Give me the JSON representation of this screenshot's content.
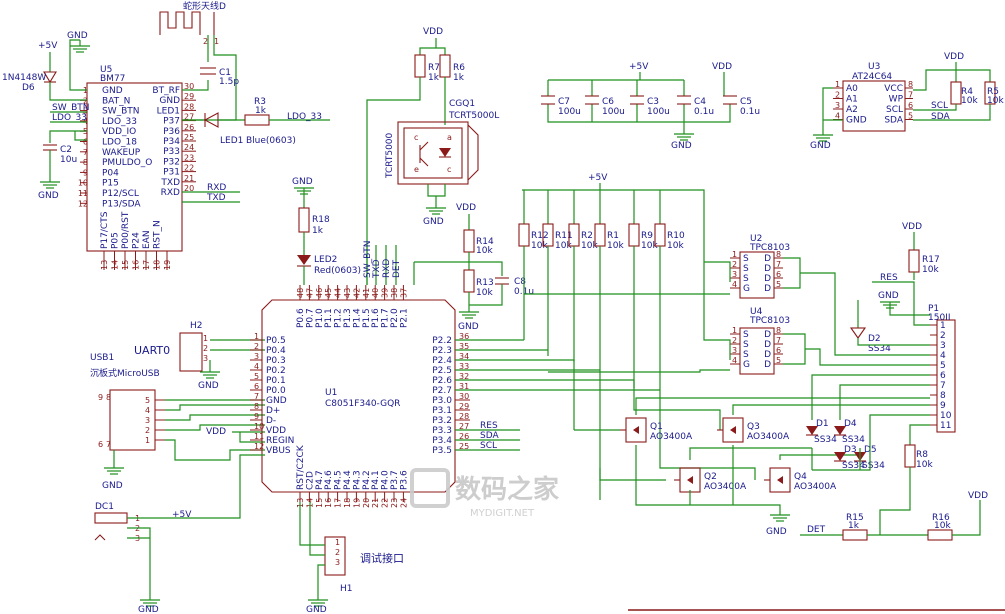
{
  "power_labels": {
    "gnd": "GND",
    "vdd": "VDD",
    "p5v": "+5V"
  },
  "antenna": {
    "name": "蛇形天线D",
    "pin1": "1",
    "pin2": "2"
  },
  "u5": {
    "ref": "U5",
    "part": "BM77",
    "left_pins": [
      {
        "num": "1",
        "name": "GND"
      },
      {
        "num": "2",
        "name": "BAT_N"
      },
      {
        "num": "3",
        "name": "SW_BTN"
      },
      {
        "num": "4",
        "name": "LDO_33"
      },
      {
        "num": "5",
        "name": "VDD_IO"
      },
      {
        "num": "6",
        "name": "LDO_18"
      },
      {
        "num": "7",
        "name": "WAKEUP"
      },
      {
        "num": "8",
        "name": "PMULDO_O"
      },
      {
        "num": "9",
        "name": "P04"
      },
      {
        "num": "10",
        "name": "P15"
      },
      {
        "num": "11",
        "name": "P12/SCL"
      },
      {
        "num": "12",
        "name": "P13/SDA"
      }
    ],
    "right_pins": [
      {
        "num": "30",
        "name": "BT_RF"
      },
      {
        "num": "29",
        "name": "GND"
      },
      {
        "num": "28",
        "name": "LED1"
      },
      {
        "num": "27",
        "name": "P37"
      },
      {
        "num": "26",
        "name": "P36"
      },
      {
        "num": "25",
        "name": "P34"
      },
      {
        "num": "24",
        "name": "P33"
      },
      {
        "num": "23",
        "name": "P32"
      },
      {
        "num": "22",
        "name": "P31"
      },
      {
        "num": "21",
        "name": "TXD"
      },
      {
        "num": "20",
        "name": "RXD"
      }
    ],
    "bottom_pins": [
      {
        "num": "13",
        "name": "P17/CTS"
      },
      {
        "num": "14",
        "name": "P05"
      },
      {
        "num": "15",
        "name": "P00/RST"
      },
      {
        "num": "16",
        "name": "P24"
      },
      {
        "num": "17",
        "name": "EAN"
      },
      {
        "num": "18",
        "name": "RST_N"
      },
      {
        "num": "19",
        "name": ""
      }
    ],
    "net_sw_btn": "SW_BTN",
    "net_ldo33": "LDO_33",
    "net_rxd": "RXD",
    "net_txd": "TXD"
  },
  "d6": {
    "ref": "D6",
    "part": "1N4148W"
  },
  "c1": {
    "ref": "C1",
    "value": "1.5p"
  },
  "c2": {
    "ref": "C2",
    "value": "10u"
  },
  "r3": {
    "ref": "R3",
    "value": "1k"
  },
  "led1": {
    "ref": "LED1",
    "value": "Blue(0603)"
  },
  "net_ldo33_right": "LDO_33",
  "cgq1": {
    "ref": "CGQ1",
    "part": "TCRT5000L",
    "side": "TCRT5000",
    "pins": [
      "c",
      "a",
      "e",
      "c"
    ]
  },
  "r6": {
    "ref": "R6",
    "value": "1k"
  },
  "r7": {
    "ref": "R7",
    "value": "1k"
  },
  "caps_top": [
    {
      "ref": "C7",
      "value": "100u"
    },
    {
      "ref": "C6",
      "value": "100u"
    },
    {
      "ref": "C3",
      "value": "100u"
    },
    {
      "ref": "C4",
      "value": "0.1u"
    },
    {
      "ref": "C5",
      "value": "0.1u"
    }
  ],
  "u3": {
    "ref": "U3",
    "part": "AT24C64",
    "left_pins": [
      {
        "num": "1",
        "name": "A0"
      },
      {
        "num": "2",
        "name": "A1"
      },
      {
        "num": "3",
        "name": "A2"
      },
      {
        "num": "4",
        "name": "GND"
      }
    ],
    "right_pins": [
      {
        "num": "8",
        "name": "VCC"
      },
      {
        "num": "7",
        "name": "WP"
      },
      {
        "num": "6",
        "name": "SCL"
      },
      {
        "num": "5",
        "name": "SDA"
      }
    ],
    "net_scl": "SCL",
    "net_sda": "SDA"
  },
  "r4": {
    "ref": "R4",
    "value": "10k"
  },
  "r5": {
    "ref": "R5",
    "value": "10k"
  },
  "r18": {
    "ref": "R18",
    "value": "1k"
  },
  "led2": {
    "ref": "LED2",
    "value": "Red(0603)"
  },
  "r14": {
    "ref": "R14",
    "value": "10k"
  },
  "r13": {
    "ref": "R13",
    "value": "10k"
  },
  "c8": {
    "ref": "C8",
    "value": "0.1u"
  },
  "r_bank": [
    {
      "ref": "R12",
      "value": "10k"
    },
    {
      "ref": "R11",
      "value": "10k"
    },
    {
      "ref": "R2",
      "value": "10k"
    },
    {
      "ref": "R1",
      "value": "10k"
    },
    {
      "ref": "R9",
      "value": "10k"
    },
    {
      "ref": "R10",
      "value": "10k"
    }
  ],
  "u2": {
    "ref": "U2",
    "part": "TPC8103"
  },
  "u4": {
    "ref": "U4",
    "part": "TPC8103"
  },
  "tpc_pins": {
    "left": [
      {
        "num": "1",
        "name": "S"
      },
      {
        "num": "2",
        "name": "S"
      },
      {
        "num": "3",
        "name": "S"
      },
      {
        "num": "4",
        "name": "G"
      }
    ],
    "right": [
      {
        "num": "8",
        "name": "D"
      },
      {
        "num": "7",
        "name": "D"
      },
      {
        "num": "6",
        "name": "D"
      },
      {
        "num": "5",
        "name": "D"
      }
    ]
  },
  "r17": {
    "ref": "R17",
    "value": "10k"
  },
  "net_res_top": "RES",
  "d2": {
    "ref": "D2",
    "value": "SS34"
  },
  "p1": {
    "ref": "P1",
    "part": "150II",
    "pins": [
      "1",
      "2",
      "3",
      "4",
      "5",
      "6",
      "7",
      "8",
      "9",
      "10",
      "11"
    ]
  },
  "h2": {
    "ref": "H2",
    "label": "UART0",
    "pins": [
      "1",
      "2",
      "3"
    ]
  },
  "usb1": {
    "ref": "USB1",
    "part": "沉板式MicroUSB",
    "pins_right": [
      "5",
      "4",
      "3",
      "2",
      "1"
    ],
    "pins_left": [
      "9",
      "8",
      "6",
      "7"
    ]
  },
  "u1": {
    "ref": "U1",
    "part": "C8051F340-GQR",
    "top_pins": [
      {
        "num": "48",
        "name": "P0.6"
      },
      {
        "num": "47",
        "name": "P0.7"
      },
      {
        "num": "46",
        "name": "P1.0"
      },
      {
        "num": "45",
        "name": "P1.1"
      },
      {
        "num": "44",
        "name": "P1.2"
      },
      {
        "num": "43",
        "name": "P1.3"
      },
      {
        "num": "42",
        "name": "P1.4"
      },
      {
        "num": "41",
        "name": "P1.5"
      },
      {
        "num": "40",
        "name": "P1.6"
      },
      {
        "num": "39",
        "name": "P1.7"
      },
      {
        "num": "38",
        "name": "P2.0"
      },
      {
        "num": "37",
        "name": "P2.1"
      }
    ],
    "left_pins": [
      {
        "num": "1",
        "name": "P0.5"
      },
      {
        "num": "2",
        "name": "P0.4"
      },
      {
        "num": "3",
        "name": "P0.3"
      },
      {
        "num": "4",
        "name": "P0.2"
      },
      {
        "num": "5",
        "name": "P0.1"
      },
      {
        "num": "6",
        "name": "P0.0"
      },
      {
        "num": "7",
        "name": "GND"
      },
      {
        "num": "8",
        "name": "D+"
      },
      {
        "num": "9",
        "name": "D-"
      },
      {
        "num": "10",
        "name": "VDD"
      },
      {
        "num": "11",
        "name": "REGIN"
      },
      {
        "num": "12",
        "name": "VBUS"
      }
    ],
    "right_pins": [
      {
        "num": "36",
        "name": "P2.2"
      },
      {
        "num": "35",
        "name": "P2.3"
      },
      {
        "num": "34",
        "name": "P2.4"
      },
      {
        "num": "33",
        "name": "P2.5"
      },
      {
        "num": "32",
        "name": "P2.6"
      },
      {
        "num": "31",
        "name": "P2.7"
      },
      {
        "num": "30",
        "name": "P3.0"
      },
      {
        "num": "29",
        "name": "P3.1"
      },
      {
        "num": "28",
        "name": "P3.2"
      },
      {
        "num": "27",
        "name": "P3.3"
      },
      {
        "num": "26",
        "name": "P3.4"
      },
      {
        "num": "25",
        "name": "P3.5"
      }
    ],
    "bottom_pins": [
      {
        "num": "13",
        "name": "RST/C2CK"
      },
      {
        "num": "14",
        "name": "C2D"
      },
      {
        "num": "15",
        "name": "P4.7"
      },
      {
        "num": "16",
        "name": "P4.6"
      },
      {
        "num": "17",
        "name": "P4.5"
      },
      {
        "num": "18",
        "name": "P4.4"
      },
      {
        "num": "19",
        "name": "P4.3"
      },
      {
        "num": "20",
        "name": "P4.2"
      },
      {
        "num": "21",
        "name": "P4.1"
      },
      {
        "num": "22",
        "name": "P4.0"
      },
      {
        "num": "23",
        "name": "P3.7"
      },
      {
        "num": "24",
        "name": "P3.6"
      }
    ],
    "top_nets": [
      "SW_BTN",
      "TXD",
      "RXD",
      "DET"
    ],
    "right_nets": [
      "RES",
      "SDA",
      "SCL"
    ]
  },
  "q": [
    {
      "ref": "Q1",
      "part": "AO3400A"
    },
    {
      "ref": "Q3",
      "part": "AO3400A"
    },
    {
      "ref": "Q2",
      "part": "AO3400A"
    },
    {
      "ref": "Q4",
      "part": "AO3400A"
    }
  ],
  "d_bank": [
    {
      "ref": "D1",
      "value": "SS34"
    },
    {
      "ref": "D4",
      "value": "SS34"
    },
    {
      "ref": "D3",
      "value": "SS34"
    },
    {
      "ref": "D5",
      "value": "SS34"
    }
  ],
  "r8": {
    "ref": "R8",
    "value": "10k"
  },
  "dc1": {
    "ref": "DC1",
    "pins": [
      "1",
      "2",
      "3"
    ]
  },
  "h1": {
    "ref": "H1",
    "label": "调试接口",
    "pins": [
      "1",
      "2",
      "3"
    ]
  },
  "r15": {
    "ref": "R15",
    "value": "1k"
  },
  "r16": {
    "ref": "R16",
    "value": "10k"
  },
  "net_det": "DET",
  "watermark": {
    "main": "数码之家",
    "sub": "MYDIGIT.NET"
  }
}
